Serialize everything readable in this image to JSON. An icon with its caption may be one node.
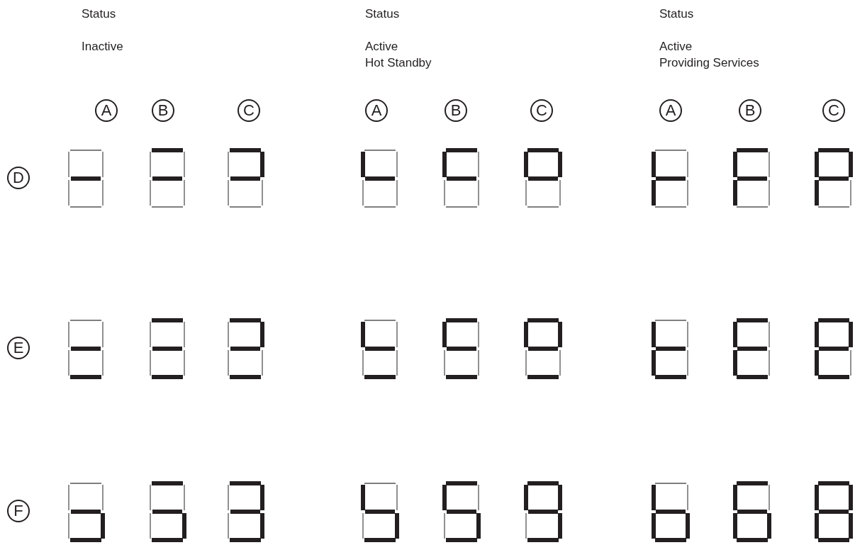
{
  "diagram": {
    "labels": [
      "Status",
      "Status",
      "Status",
      "Inactive",
      "Active Hot Standby",
      "Active Providing Services",
      "A",
      "B",
      "C",
      "A",
      "B",
      "C",
      "A",
      "B",
      "C",
      "D",
      "E",
      "F"
    ]
  }
}
